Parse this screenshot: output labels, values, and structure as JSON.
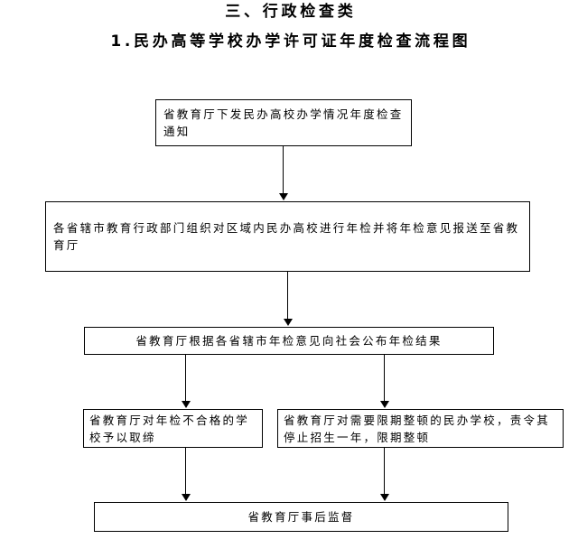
{
  "document": {
    "section_heading": "三、行政检查类",
    "chart_title": "1.民办高等学校办学许可证年度检查流程图"
  },
  "flowchart": {
    "type": "flowchart",
    "orientation": "top-to-bottom",
    "nodes": [
      {
        "id": "notice",
        "label": "省教育厅下发民办高校办学情况年度检查通知",
        "align": "left"
      },
      {
        "id": "city-review",
        "label": "各省辖市教育行政部门组织对区域内民办高校进行年检并将年检意见报送至省教育厅",
        "align": "left"
      },
      {
        "id": "publish",
        "label": "省教育厅根据各省辖市年检意见向社会公布年检结果",
        "align": "center"
      },
      {
        "id": "revoke",
        "label": "省教育厅对年检不合格的学校予以取缔",
        "align": "left"
      },
      {
        "id": "rectify",
        "label": "省教育厅对需要限期整顿的民办学校，责令其停止招生一年，限期整顿",
        "align": "left"
      },
      {
        "id": "supervise",
        "label": "省教育厅事后监督",
        "align": "center"
      }
    ],
    "edges": [
      {
        "from": "notice",
        "to": "city-review",
        "arrow": "down-arrow"
      },
      {
        "from": "city-review",
        "to": "publish",
        "arrow": "down-arrow"
      },
      {
        "from": "publish",
        "to": "revoke",
        "arrow": "down-arrow"
      },
      {
        "from": "publish",
        "to": "rectify",
        "arrow": "down-arrow"
      },
      {
        "from": "revoke",
        "to": "supervise",
        "arrow": "down-arrow"
      },
      {
        "from": "rectify",
        "to": "supervise",
        "arrow": "down-arrow"
      }
    ],
    "colors": {
      "background": "#ffffff",
      "border": "#000000",
      "text": "#000000",
      "connector": "#000000"
    }
  }
}
